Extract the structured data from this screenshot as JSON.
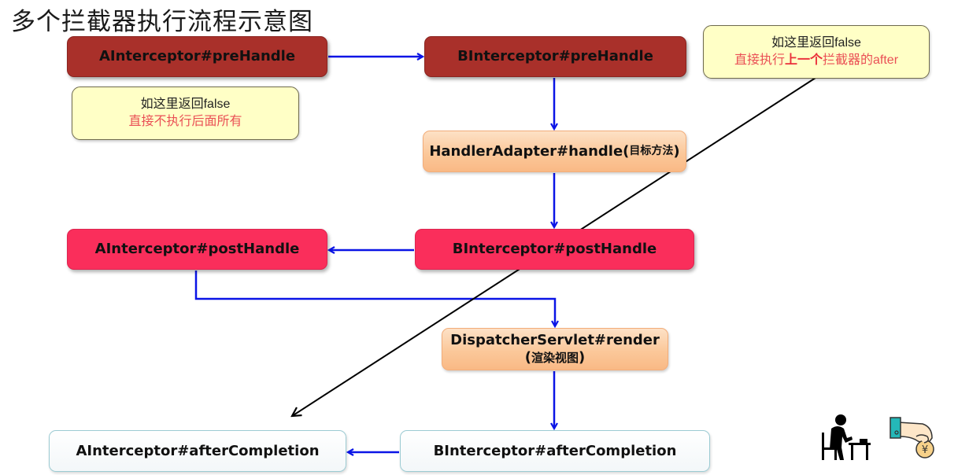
{
  "title": "多个拦截器执行流程示意图",
  "nodes": {
    "a_pre": {
      "label": "AInterceptor#preHandle"
    },
    "b_pre": {
      "label": "BInterceptor#preHandle"
    },
    "handler": {
      "label": "HandlerAdapter#handle(",
      "sub": "目标方法",
      "close": ")"
    },
    "a_post": {
      "label": "AInterceptor#postHandle"
    },
    "b_post": {
      "label": "BInterceptor#postHandle"
    },
    "render": {
      "label": "DispatcherServlet#render",
      "sub_open": "(",
      "sub": "渲染视图",
      "sub_close": ")"
    },
    "a_after": {
      "label": "AInterceptor#afterCompletion"
    },
    "b_after": {
      "label": "BInterceptor#afterCompletion"
    }
  },
  "notes": {
    "a_false": {
      "line1": "如这里返回false",
      "line2": "直接不执行后面所有"
    },
    "b_false": {
      "line1": "如这里返回false",
      "line2_pre": "直接执行",
      "line2_emph": "上一个",
      "line2_post": "拦截器的after"
    }
  },
  "colors": {
    "pre_handle": "#a9302a",
    "post_handle": "#fa2e5b",
    "peach": "#fbc89a",
    "after_completion_border": "#9ccbd3",
    "note_fill": "#ffffc6",
    "note_red_text": "#ea4f55",
    "flow_arrow": "#0a14e6",
    "false_arrow": "#000000"
  },
  "icons": [
    "person-working-at-desk-icon",
    "hand-paying-yuan-coin-icon"
  ]
}
